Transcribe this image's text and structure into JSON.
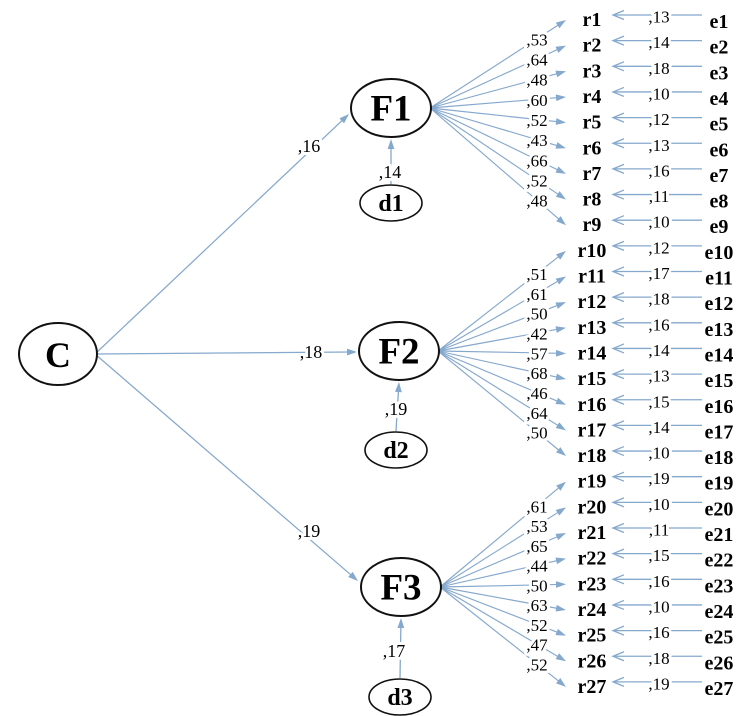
{
  "diagram_title": "",
  "colors": {
    "arrow": "#85a8cd",
    "node_stroke": "#111111",
    "node_fill": "#ffffff",
    "text": "#000000",
    "background": "#ffffff"
  },
  "latent": {
    "label": "C"
  },
  "factors": [
    {
      "label": "F1",
      "path_value": ",16",
      "disturbance_label": "d1",
      "disturbance_value": ",14",
      "indicators": [
        {
          "r": "r1",
          "loading": ",53",
          "error_value": ",13",
          "e": "e1"
        },
        {
          "r": "r2",
          "loading": ",64",
          "error_value": ",14",
          "e": "e2"
        },
        {
          "r": "r3",
          "loading": ",48",
          "error_value": ",18",
          "e": "e3"
        },
        {
          "r": "r4",
          "loading": ",60",
          "error_value": ",10",
          "e": "e4"
        },
        {
          "r": "r5",
          "loading": ",52",
          "error_value": ",12",
          "e": "e5"
        },
        {
          "r": "r6",
          "loading": ",43",
          "error_value": ",13",
          "e": "e6"
        },
        {
          "r": "r7",
          "loading": ",66",
          "error_value": ",16",
          "e": "e7"
        },
        {
          "r": "r8",
          "loading": ",52",
          "error_value": ",11",
          "e": "e8"
        },
        {
          "r": "r9",
          "loading": ",48",
          "error_value": ",10",
          "e": "e9"
        }
      ]
    },
    {
      "label": "F2",
      "path_value": ",18",
      "disturbance_label": "d2",
      "disturbance_value": ",19",
      "indicators": [
        {
          "r": "r10",
          "loading": ",51",
          "error_value": ",12",
          "e": "e10"
        },
        {
          "r": "r11",
          "loading": ",61",
          "error_value": ",17",
          "e": "e11"
        },
        {
          "r": "r12",
          "loading": ",50",
          "error_value": ",18",
          "e": "e12"
        },
        {
          "r": "r13",
          "loading": ",42",
          "error_value": ",16",
          "e": "e13"
        },
        {
          "r": "r14",
          "loading": ",57",
          "error_value": ",14",
          "e": "e14"
        },
        {
          "r": "r15",
          "loading": ",68",
          "error_value": ",13",
          "e": "e15"
        },
        {
          "r": "r16",
          "loading": ",46",
          "error_value": ",15",
          "e": "e16"
        },
        {
          "r": "r17",
          "loading": ",64",
          "error_value": ",14",
          "e": "e17"
        },
        {
          "r": "r18",
          "loading": ",50",
          "error_value": ",10",
          "e": "e18"
        }
      ]
    },
    {
      "label": "F3",
      "path_value": ",19",
      "disturbance_label": "d3",
      "disturbance_value": ",17",
      "indicators": [
        {
          "r": "r19",
          "loading": ",61",
          "error_value": ",19",
          "e": "e19"
        },
        {
          "r": "r20",
          "loading": ",53",
          "error_value": ",10",
          "e": "e20"
        },
        {
          "r": "r21",
          "loading": ",65",
          "error_value": ",11",
          "e": "e21"
        },
        {
          "r": "r22",
          "loading": ",44",
          "error_value": ",15",
          "e": "e22"
        },
        {
          "r": "r23",
          "loading": ",50",
          "error_value": ",16",
          "e": "e23"
        },
        {
          "r": "r24",
          "loading": ",63",
          "error_value": ",10",
          "e": "e24"
        },
        {
          "r": "r25",
          "loading": ",52",
          "error_value": ",16",
          "e": "e25"
        },
        {
          "r": "r26",
          "loading": ",47",
          "error_value": ",18",
          "e": "e26"
        },
        {
          "r": "r27",
          "loading": ",52",
          "error_value": ",19",
          "e": "e27"
        }
      ]
    }
  ]
}
